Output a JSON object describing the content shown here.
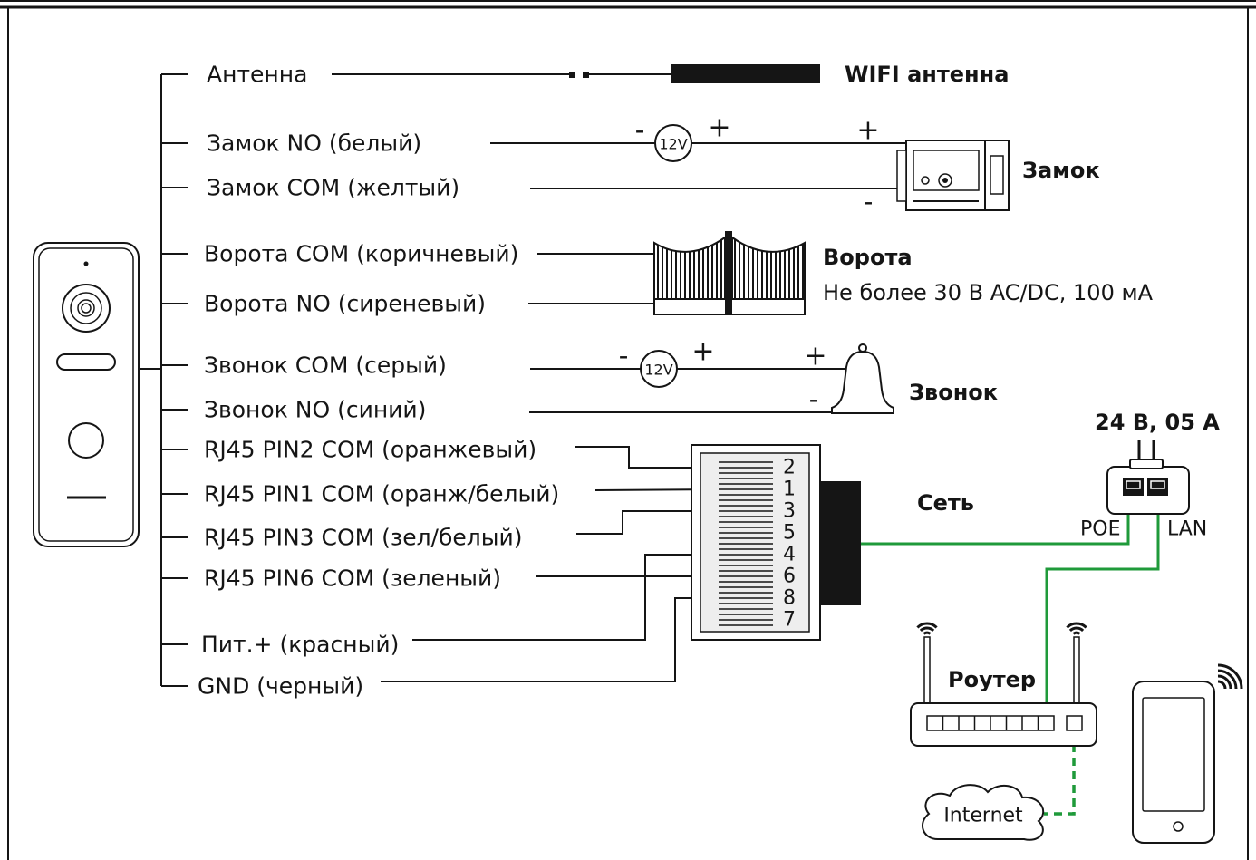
{
  "wire_labels": {
    "antenna": "Антенна",
    "lock_no": "Замок NO (белый)",
    "lock_com": "Замок COM (желтый)",
    "gate_com": "Ворота COM (коричневый)",
    "gate_no": "Ворота NO (сиреневый)",
    "bell_com": "Звонок COM (серый)",
    "bell_no": "Звонок NO (синий)",
    "rj45_pin2": "RJ45 PIN2 COM (оранжевый)",
    "rj45_pin1": "RJ45 PIN1 COM (оранж/белый)",
    "rj45_pin3": "RJ45 PIN3 COM (зел/белый)",
    "rj45_pin6": "RJ45 PIN6 COM (зеленый)",
    "power_plus": "Пит.+ (красный)",
    "gnd": "GND (черный)"
  },
  "devices": {
    "wifi_antenna": "WIFI антенна",
    "lock": "Замок",
    "gate": "Ворота",
    "gate_rating": "Не более 30 В AC/DC, 100 мА",
    "bell": "Звонок",
    "network": "Сеть",
    "poe_power": "24 В, 05 А",
    "poe_port": "POE",
    "lan_port": "LAN",
    "router": "Роутер",
    "internet": "Internet"
  },
  "supply": {
    "lock_voltage": "12V",
    "bell_voltage": "12V"
  },
  "polarity": {
    "plus": "+",
    "minus": "-"
  },
  "rj45_pins": [
    "2",
    "1",
    "3",
    "5",
    "4",
    "6",
    "8",
    "7"
  ],
  "colors": {
    "network_cable": "#1f9a3a",
    "rj45_body": "#eeeeee"
  }
}
